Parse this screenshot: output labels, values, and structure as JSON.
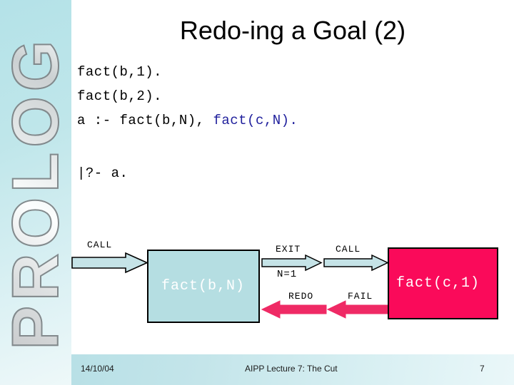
{
  "slide": {
    "title": "Redo-ing a Goal (2)",
    "sidebar_word": "PROLOG"
  },
  "code": {
    "line1": "fact(b,1).",
    "line2": "fact(b,2).",
    "line3_black": "a :- fact(b,N), ",
    "line3_blue": "fact(c,N).",
    "query": "|?- a.",
    "blue_color": "#1f1f9c"
  },
  "diagram": {
    "boxes": [
      {
        "label": "fact(b,N)",
        "color": "#b5dee2",
        "text_color": "#ffffff"
      },
      {
        "label": "fact(c,1)",
        "color": "#fa0a5a",
        "text_color": "#ffffff"
      }
    ],
    "arrows": [
      {
        "label": "CALL",
        "direction": "right",
        "color": "#c5e3e7"
      },
      {
        "label": "EXIT",
        "direction": "right",
        "color": "#c5e3e7"
      },
      {
        "label": "CALL",
        "direction": "right",
        "color": "#c5e3e7"
      },
      {
        "label": "REDO",
        "direction": "left",
        "color": "#ef2a65"
      },
      {
        "label": "FAIL",
        "direction": "left",
        "color": "#ef2a65"
      }
    ],
    "binding": "N=1"
  },
  "footer": {
    "date": "14/10/04",
    "center": "AIPP Lecture 7: The Cut",
    "page": "7"
  }
}
